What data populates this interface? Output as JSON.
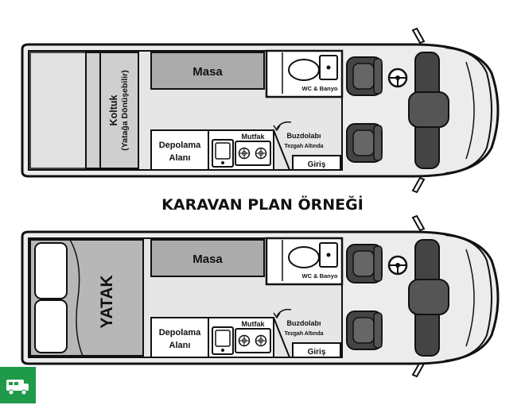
{
  "title": "KARAVAN PLAN ÖRNEĞİ",
  "plans": [
    {
      "sofa_line1": "Koltuk",
      "sofa_line2": "(Yatağa Dönüşebilir)",
      "table": "Masa",
      "wc": "WC & Banyo",
      "storage_line1": "Depolama",
      "storage_line2": "Alanı",
      "kitchen": "Mutfak",
      "fridge": "Buzdolabı",
      "fridge_note": "Tezgah Altında",
      "entrance": "Giriş"
    },
    {
      "bed": "YATAK",
      "table": "Masa",
      "wc": "WC & Banyo",
      "storage_line1": "Depolama",
      "storage_line2": "Alanı",
      "kitchen": "Mutfak",
      "fridge": "Buzdolabı",
      "fridge_note": "Tezgah Altında",
      "entrance": "Giriş"
    }
  ],
  "logo": {
    "icon": "caravan-icon",
    "color": "#1e9a48"
  }
}
